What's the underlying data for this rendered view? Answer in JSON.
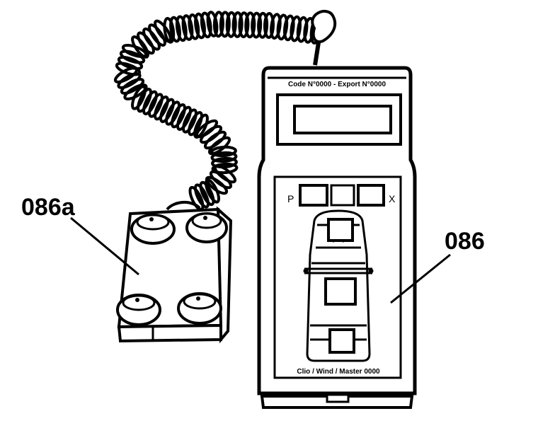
{
  "labels": {
    "pad": "086a",
    "unit": "086"
  },
  "device": {
    "top_band_text": "Code N°0000 - Export N°0000",
    "bottom_text": "Clio / Wind / Master 0000",
    "left_marker": "P",
    "right_marker": "X"
  },
  "colors": {
    "ink": "#000000",
    "paper": "#ffffff"
  }
}
